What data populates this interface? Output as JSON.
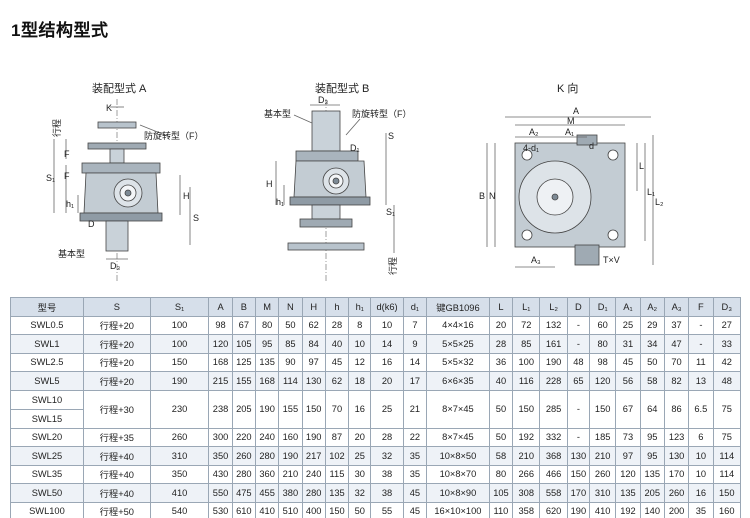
{
  "page": {
    "title": "1型结构型式"
  },
  "figures": {
    "a": {
      "caption": "装配型式 A",
      "labels": {
        "k": "K",
        "stroke": "行程",
        "f_small": "F",
        "anti_rotation": "防旋转型（F）",
        "s1": "S₁",
        "f": "F",
        "h1": "h₁",
        "h": "H",
        "s": "S",
        "d": "D",
        "base": "基本型",
        "d3": "D₃"
      }
    },
    "b": {
      "caption": "装配型式 B",
      "labels": {
        "base": "基本型",
        "d3": "D₃",
        "anti_rotation": "防旋转型（F）",
        "d1": "D₁",
        "s": "S",
        "h": "H",
        "h1": "h₁",
        "s1": "S₁",
        "stroke": "行程"
      }
    },
    "k": {
      "caption": "K 向",
      "labels": {
        "a": "A",
        "m": "M",
        "a2": "A₂",
        "a1": "A₁",
        "d": "d",
        "hole": "4-d₁",
        "l": "L",
        "n": "N",
        "b": "B",
        "l1": "L₁",
        "l2": "L₂",
        "a3": "A₃",
        "txv": "T×V"
      }
    }
  },
  "table": {
    "headers": [
      "型号",
      "S",
      "S₁",
      "A",
      "B",
      "M",
      "N",
      "H",
      "h",
      "h₁",
      "d(k6)",
      "d₁",
      "键GB1096",
      "L",
      "L₁",
      "L₂",
      "D",
      "D₁",
      "A₁",
      "A₂",
      "A₃",
      "F",
      "D₃"
    ],
    "rows": [
      [
        "SWL0.5",
        "行程+20",
        "100",
        "98",
        "67",
        "80",
        "50",
        "62",
        "28",
        "8",
        "10",
        "7",
        "4×4×16",
        "20",
        "72",
        "132",
        "-",
        "60",
        "25",
        "29",
        "37",
        "-",
        "27"
      ],
      [
        "SWL1",
        "行程+20",
        "100",
        "120",
        "105",
        "95",
        "85",
        "84",
        "40",
        "10",
        "14",
        "9",
        "5×5×25",
        "28",
        "85",
        "161",
        "-",
        "80",
        "31",
        "34",
        "47",
        "-",
        "33"
      ],
      [
        "SWL2.5",
        "行程+20",
        "150",
        "168",
        "125",
        "135",
        "90",
        "97",
        "45",
        "12",
        "16",
        "14",
        "5×5×32",
        "36",
        "100",
        "190",
        "48",
        "98",
        "45",
        "50",
        "70",
        "11",
        "42"
      ],
      [
        "SWL5",
        "行程+20",
        "190",
        "215",
        "155",
        "168",
        "114",
        "130",
        "62",
        "18",
        "20",
        "17",
        "6×6×35",
        "40",
        "116",
        "228",
        "65",
        "120",
        "56",
        "58",
        "82",
        "13",
        "48"
      ],
      [
        "SWL10",
        "行程+30",
        "230",
        "238",
        "205",
        "190",
        "155",
        "150",
        "70",
        "16",
        "25",
        "21",
        "8×7×45",
        "50",
        "150",
        "285",
        "-",
        "150",
        "67",
        "64",
        "86",
        "6.5",
        "75"
      ],
      [
        "SWL15",
        "",
        "",
        "",
        "",
        "",
        "",
        "",
        "",
        "",
        "",
        "",
        "",
        "",
        "",
        "",
        "",
        "",
        "",
        "",
        "",
        "",
        ""
      ],
      [
        "SWL20",
        "行程+35",
        "260",
        "300",
        "220",
        "240",
        "160",
        "190",
        "87",
        "20",
        "28",
        "22",
        "8×7×45",
        "50",
        "192",
        "332",
        "-",
        "185",
        "73",
        "95",
        "123",
        "6",
        "75"
      ],
      [
        "SWL25",
        "行程+40",
        "310",
        "350",
        "260",
        "280",
        "190",
        "217",
        "102",
        "25",
        "32",
        "35",
        "10×8×50",
        "58",
        "210",
        "368",
        "130",
        "210",
        "97",
        "95",
        "130",
        "10",
        "114"
      ],
      [
        "SWL35",
        "行程+40",
        "350",
        "430",
        "280",
        "360",
        "210",
        "240",
        "115",
        "30",
        "38",
        "35",
        "10×8×70",
        "80",
        "266",
        "466",
        "150",
        "260",
        "120",
        "135",
        "170",
        "10",
        "114"
      ],
      [
        "SWL50",
        "行程+40",
        "410",
        "550",
        "475",
        "455",
        "380",
        "280",
        "135",
        "32",
        "38",
        "45",
        "10×8×90",
        "105",
        "308",
        "558",
        "170",
        "310",
        "135",
        "205",
        "260",
        "16",
        "150"
      ],
      [
        "SWL100",
        "行程+50",
        "540",
        "530",
        "610",
        "410",
        "510",
        "400",
        "150",
        "50",
        "55",
        "45",
        "16×10×100",
        "110",
        "358",
        "620",
        "190",
        "410",
        "192",
        "140",
        "200",
        "35",
        "160"
      ]
    ]
  }
}
